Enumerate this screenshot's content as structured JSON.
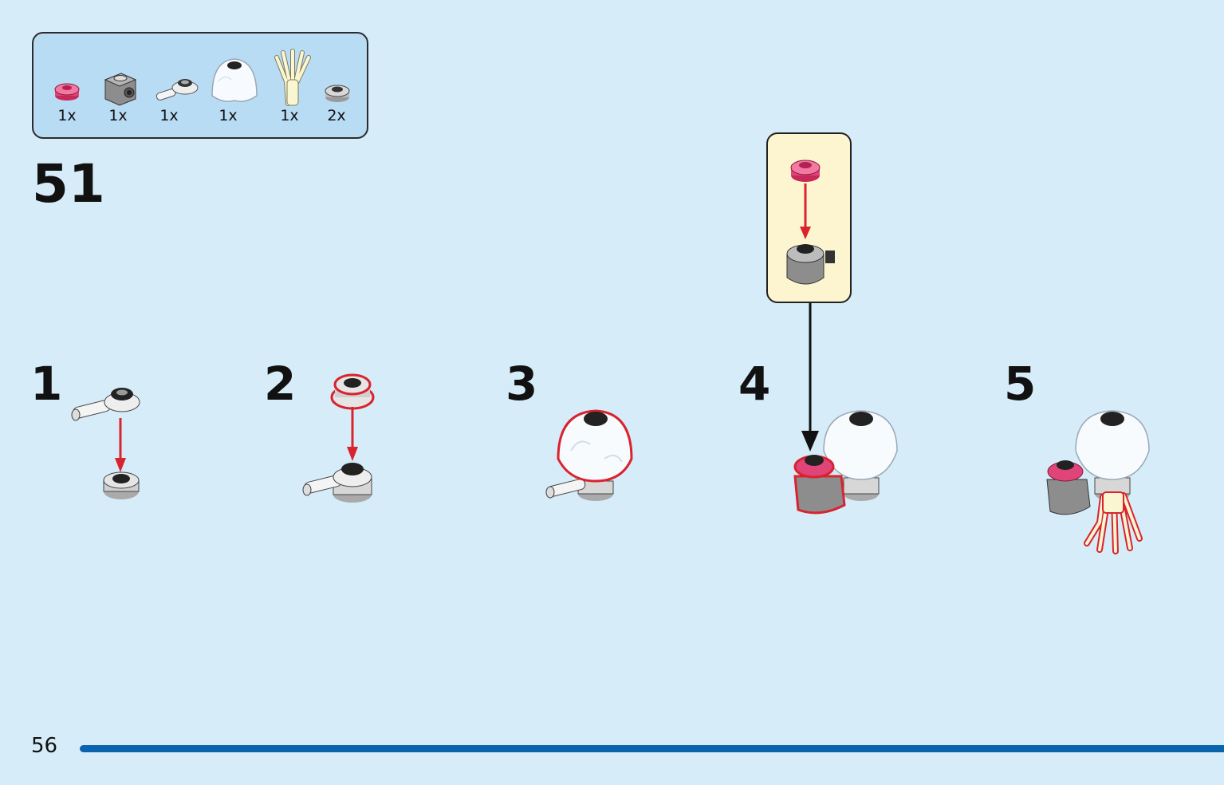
{
  "parts_list": {
    "items": [
      {
        "icon": "pink-flower-plate-icon",
        "qty": "1x"
      },
      {
        "icon": "grey-bracket-brick-icon",
        "qty": "1x"
      },
      {
        "icon": "white-bar-clip-icon",
        "qty": "1x"
      },
      {
        "icon": "trans-clear-dome-icon",
        "qty": "1x"
      },
      {
        "icon": "cream-crown-plant-icon",
        "qty": "1x"
      },
      {
        "icon": "grey-round-plate-icon",
        "qty": "2x"
      }
    ]
  },
  "main_step": "51",
  "sub_steps": [
    {
      "label": "1"
    },
    {
      "label": "2"
    },
    {
      "label": "3"
    },
    {
      "label": "4"
    },
    {
      "label": "5"
    }
  ],
  "page_number": "56",
  "colors": {
    "background": "#d6ecf9",
    "parts_box": "#b9dcf5",
    "sub_assembly_box": "#fdf5cf",
    "arrow": "#d9232e",
    "highlight": "#d9232e",
    "page_bar": "#0a64ad"
  }
}
